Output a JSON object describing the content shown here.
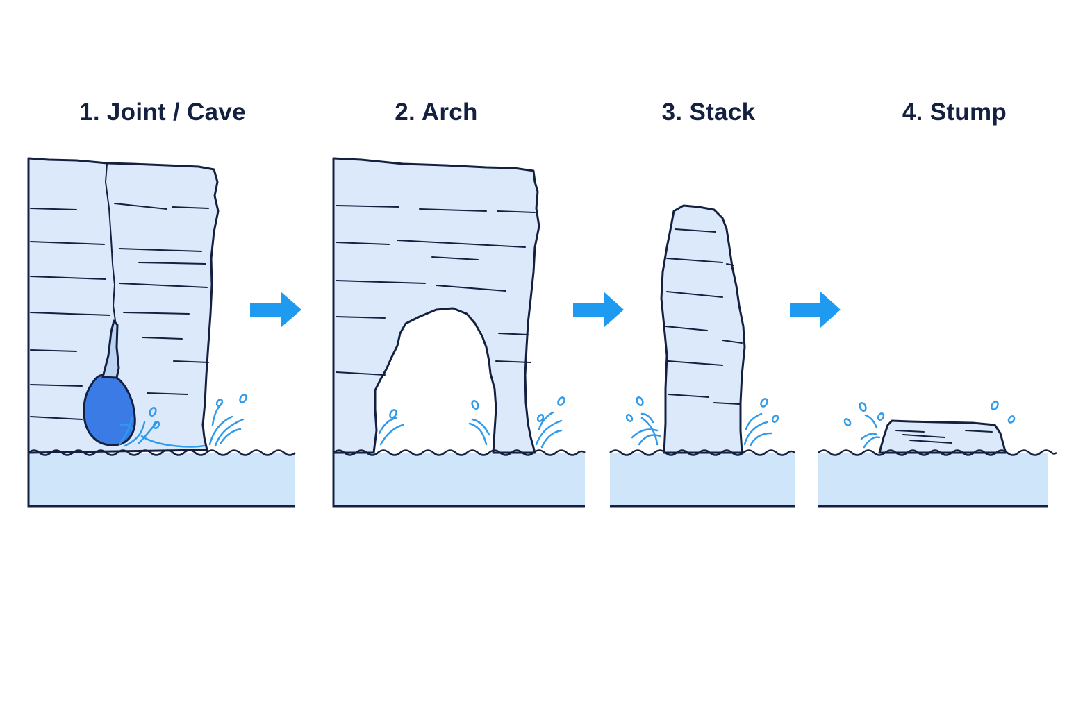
{
  "stages": [
    {
      "number": "1",
      "title": "1. Joint / Cave"
    },
    {
      "number": "2",
      "title": "2. Arch"
    },
    {
      "number": "3",
      "title": "3. Stack"
    },
    {
      "number": "4",
      "title": "4. Stump"
    }
  ],
  "colors": {
    "rock_fill": "#dbe9fb",
    "outline": "#13203f",
    "sea_fill": "#cfe5fa",
    "cave_fill": "#3b7be6",
    "splash": "#2f9bea",
    "arrow": "#1e9af0",
    "background": "#ffffff"
  },
  "icons": {
    "transition": "right-arrow-icon",
    "water": "wave-splash-icon"
  }
}
